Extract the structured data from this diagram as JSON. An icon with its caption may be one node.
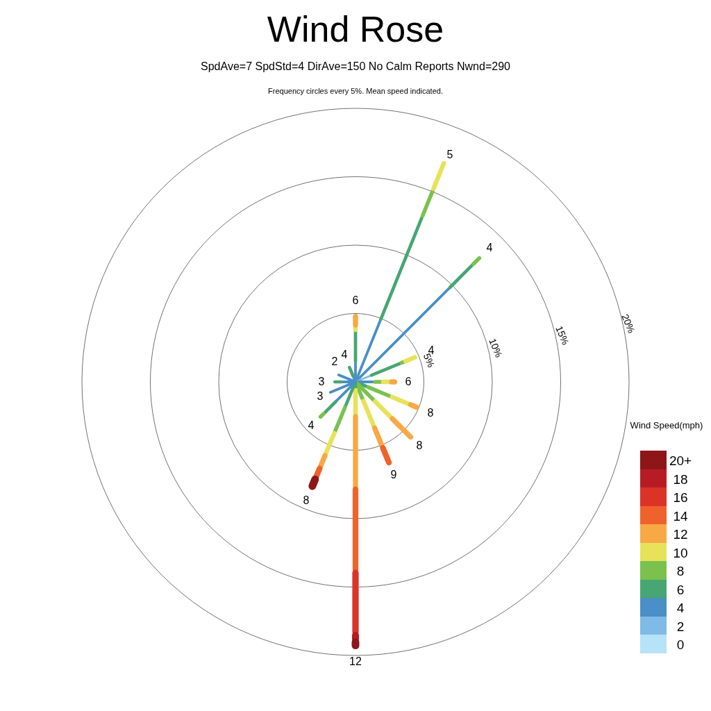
{
  "diagram": {
    "title": "Wind Rose",
    "labels": [
      "SpdAve=7  SpdStd=4  DirAve=150   No Calm Reports  Nwnd=290",
      "Frequency circles every 5%. Mean speed indicated.",
      "5",
      "4",
      "6",
      "20%",
      "15%",
      "10%",
      "4",
      "5%",
      "4",
      "2",
      "3",
      "6",
      "3",
      "8",
      "4",
      "8",
      "9",
      "Wind Speed(mph)",
      "8",
      "12"
    ],
    "legend": [
      {
        "text": "20+",
        "color": "#8e1518"
      },
      {
        "text": "18",
        "color": "#b71c24"
      },
      {
        "text": "16",
        "color": "#dc3327"
      },
      {
        "text": "14",
        "color": "#f0622c"
      },
      {
        "text": "12",
        "color": "#f7a945"
      },
      {
        "text": "10",
        "color": "#e8e25a"
      },
      {
        "text": "8",
        "color": "#7ac14e"
      },
      {
        "text": "6",
        "color": "#47a673"
      },
      {
        "text": "4",
        "color": "#4a8fc6"
      },
      {
        "text": "2",
        "color": "#7fbbe6"
      },
      {
        "text": "0",
        "color": "#b7e3f8"
      }
    ]
  }
}
